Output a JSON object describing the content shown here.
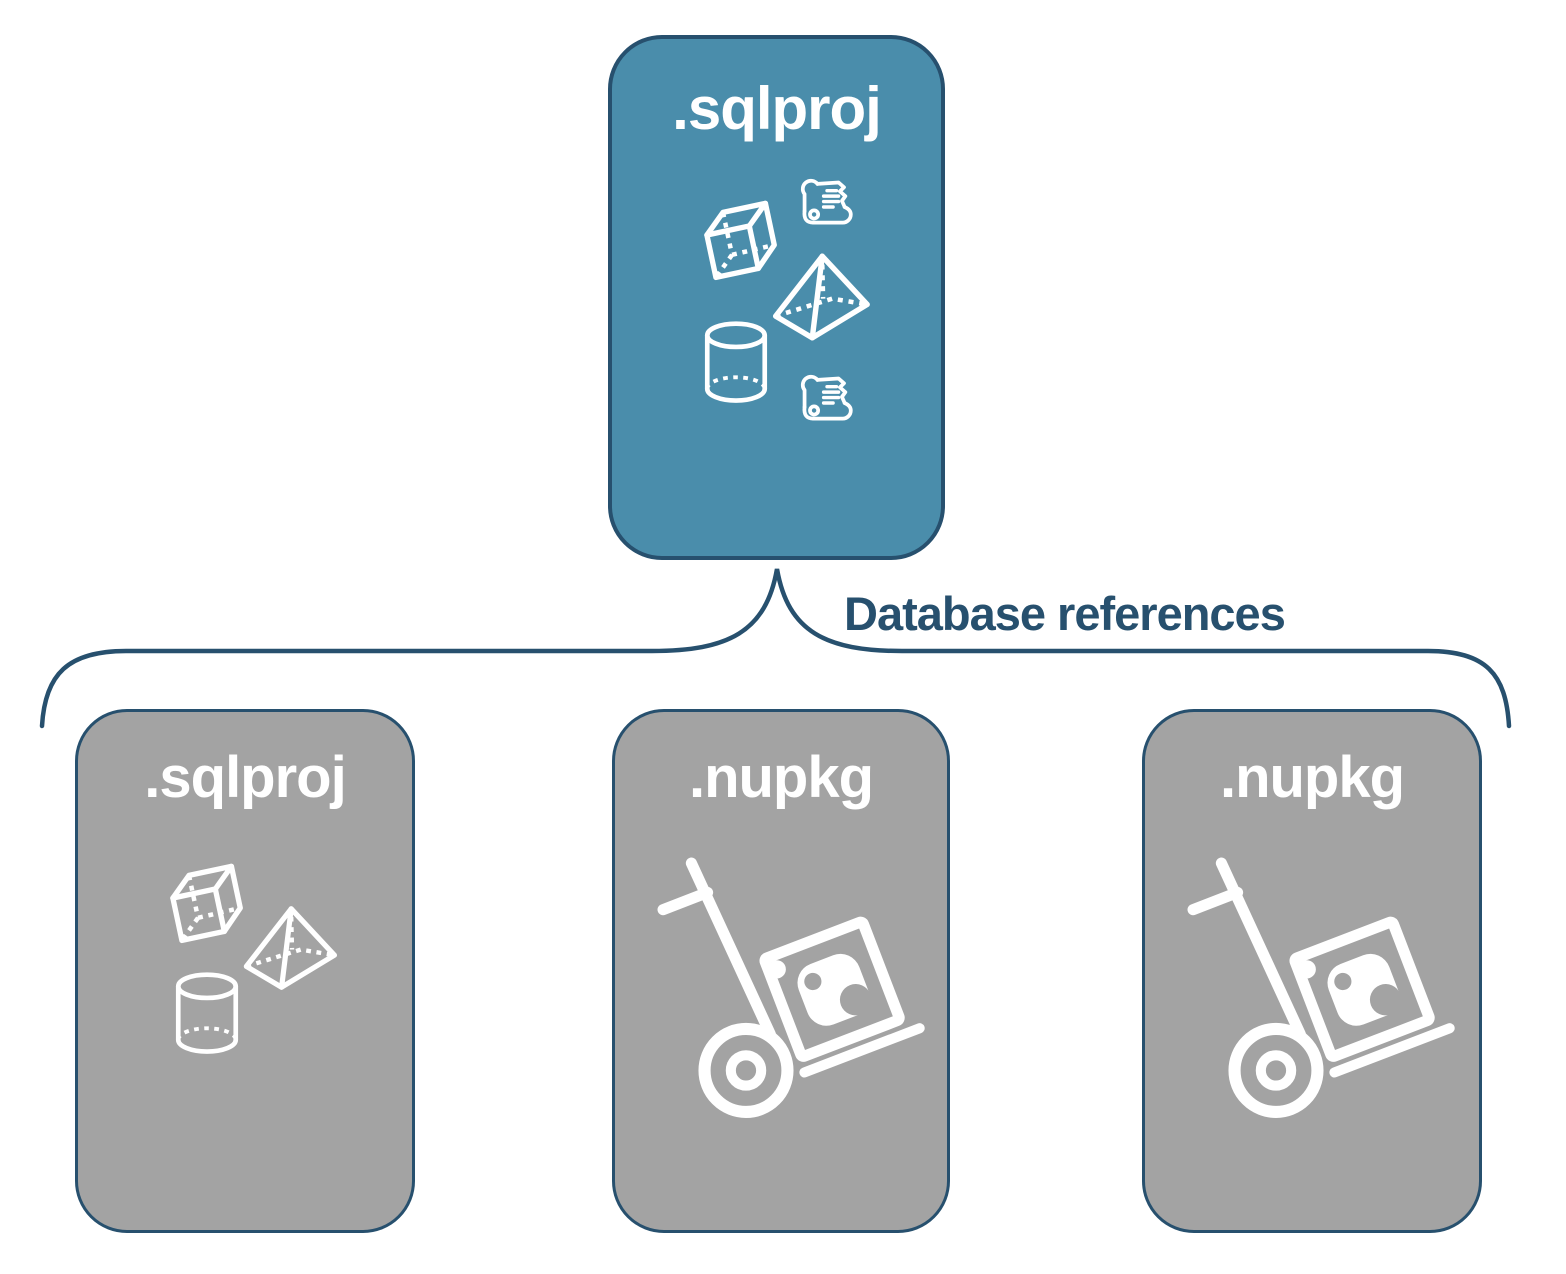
{
  "diagram": {
    "connector_label": "Database references",
    "colors": {
      "primary_fill": "#4a8dab",
      "outline": "#27506e",
      "node_gray": "#a3a3a3",
      "icon": "#ffffff",
      "background": "#ffffff"
    },
    "root": {
      "label": ".sqlproj",
      "icons": [
        "scroll-icon",
        "cube-icon",
        "pyramid-icon",
        "cylinder-icon",
        "scroll-icon"
      ]
    },
    "children": [
      {
        "label": ".sqlproj",
        "icons": [
          "cube-icon",
          "pyramid-icon",
          "cylinder-icon"
        ]
      },
      {
        "label": ".nupkg",
        "icons": [
          "nuget-package-dolly-icon"
        ]
      },
      {
        "label": ".nupkg",
        "icons": [
          "nuget-package-dolly-icon"
        ]
      }
    ]
  }
}
